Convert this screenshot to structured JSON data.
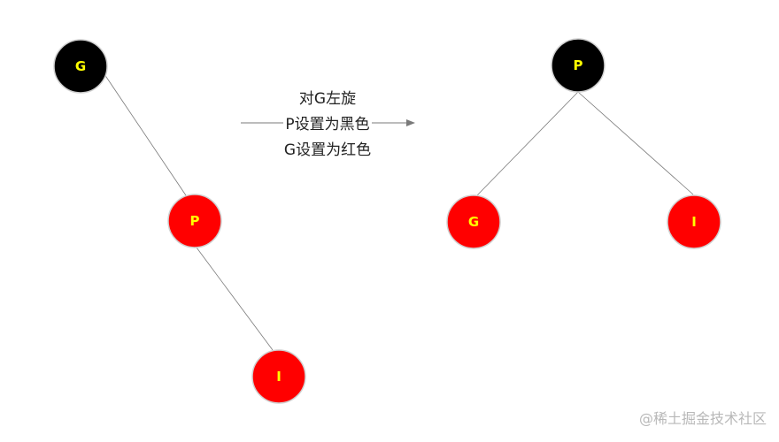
{
  "caption": {
    "line1": "对G左旋",
    "line2": "P设置为黑色",
    "line3": "G设置为红色"
  },
  "colors": {
    "black": "#000000",
    "red": "#ff0000",
    "label": "#ffff00",
    "edge": "#7a7a7a",
    "arrow": "#7a7a7a"
  },
  "before_tree": {
    "nodes": [
      {
        "id": "G",
        "label": "G",
        "color": "black"
      },
      {
        "id": "P",
        "label": "P",
        "color": "red"
      },
      {
        "id": "I",
        "label": "I",
        "color": "red"
      }
    ],
    "edges": [
      [
        "G",
        "P"
      ],
      [
        "P",
        "I"
      ]
    ]
  },
  "after_tree": {
    "nodes": [
      {
        "id": "P",
        "label": "P",
        "color": "black"
      },
      {
        "id": "G",
        "label": "G",
        "color": "red"
      },
      {
        "id": "I",
        "label": "I",
        "color": "red"
      }
    ],
    "edges": [
      [
        "P",
        "G"
      ],
      [
        "P",
        "I"
      ]
    ]
  },
  "watermark": "@稀土掘金技术社区"
}
